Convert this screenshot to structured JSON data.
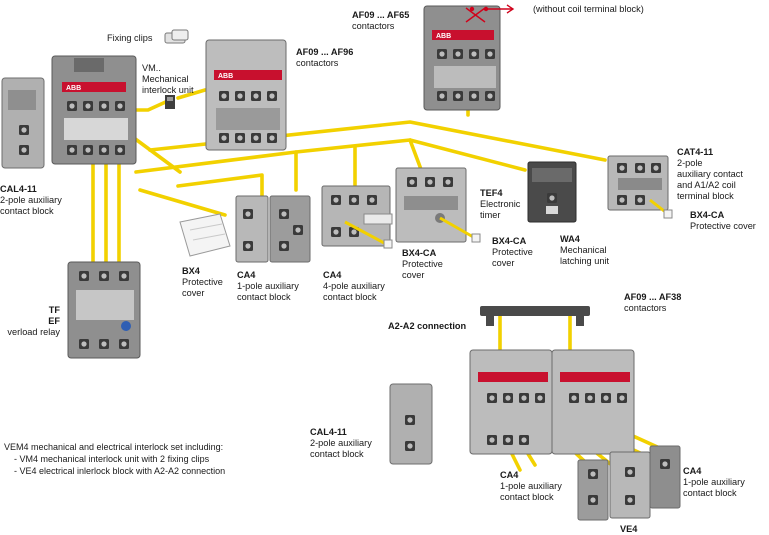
{
  "labels": {
    "af09_af65": {
      "title": "AF09 ... AF65",
      "lines": [
        "contactors"
      ]
    },
    "af65_note": {
      "title": "",
      "lines": [
        "(without coil terminal block)"
      ]
    },
    "fixing_clips": {
      "title": "",
      "lines": [
        "Fixing clips"
      ]
    },
    "vm": {
      "title": "VM..",
      "lines": [
        "Mechanical",
        "interlock unit"
      ]
    },
    "af09_af96": {
      "title": "AF09 ... AF96",
      "lines": [
        "contactors"
      ]
    },
    "cal4_top": {
      "title": "CAL4-11",
      "lines": [
        "2-pole auxiliary",
        "contact block"
      ]
    },
    "tef4": {
      "title": "TEF4",
      "lines": [
        "Electronic",
        "timer"
      ]
    },
    "cat4": {
      "title": "CAT4-11",
      "lines": [
        "2-pole",
        "auxiliary contact",
        "and A1/A2 coil",
        "terminal block"
      ]
    },
    "bx4ca_right": {
      "title": "BX4-CA",
      "lines": [
        "Protective cover"
      ]
    },
    "bx4": {
      "title": "BX4",
      "lines": [
        "Protective",
        "cover"
      ]
    },
    "ca4_1pole": {
      "title": "CA4",
      "lines": [
        "1-pole auxiliary",
        "contact block"
      ]
    },
    "ca4_4pole": {
      "title": "CA4",
      "lines": [
        "4-pole auxiliary",
        "contact block"
      ]
    },
    "bx4ca_mid": {
      "title": "BX4-CA",
      "lines": [
        "Protective",
        "cover"
      ]
    },
    "bx4ca_timer": {
      "title": "BX4-CA",
      "lines": [
        "Protective",
        "cover"
      ]
    },
    "wa4": {
      "title": "WA4",
      "lines": [
        "Mechanical",
        "latching unit"
      ]
    },
    "tf_ef": {
      "title": "TF",
      "lines": [
        "EF",
        "verload relay"
      ]
    },
    "af09_af38": {
      "title": "AF09 ... AF38",
      "lines": [
        "contactors"
      ]
    },
    "a2a2": {
      "title": "A2-A2 connection",
      "lines": []
    },
    "cal4_bottom": {
      "title": "CAL4-11",
      "lines": [
        "2-pole auxiliary",
        "contact block"
      ]
    },
    "ca4_bottom_left": {
      "title": "CA4",
      "lines": [
        "1-pole auxiliary",
        "contact block"
      ]
    },
    "ca4_bottom_right": {
      "title": "CA4",
      "lines": [
        "1-pole auxiliary",
        "contact block"
      ]
    },
    "ve4": {
      "title": "VE4",
      "lines": []
    }
  },
  "note": {
    "heading": "VEM4 mechanical and electrical interlock set including:",
    "item1": "-   VM4 mechanical interlock unit  with 2 fixing clips",
    "item2": "-   VE4 electrical inlerlock block with A2-A2 connection"
  },
  "colors": {
    "connector": "#f2d100",
    "device_body": "#8e8e8e",
    "device_light": "#c9c9c9",
    "device_dark": "#4a4a4a",
    "brand_red": "#c8102e",
    "arrow_red": "#d0021b"
  },
  "icons": {
    "arrow": "red-arrow-icon",
    "abb_logo": "abb-logo-icon"
  }
}
